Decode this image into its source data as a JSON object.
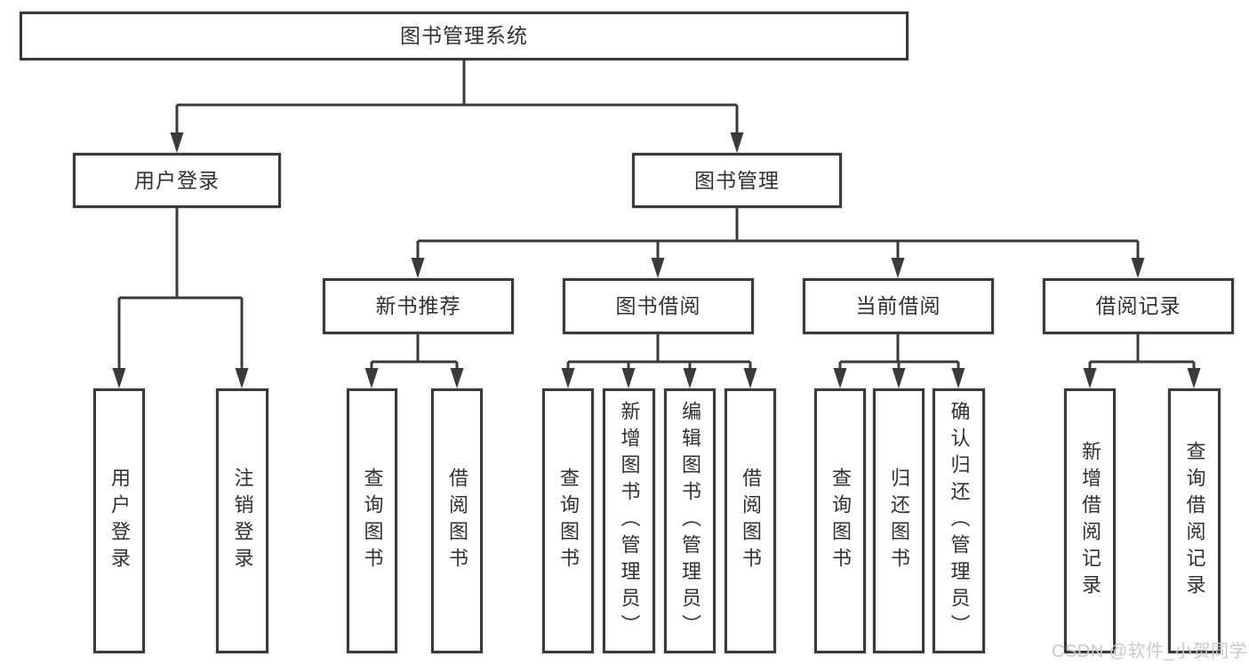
{
  "diagram": {
    "title_node": {
      "label": "图书管理系统"
    },
    "branches": [
      {
        "label": "用户登录",
        "children": [
          {
            "label": "用户登录"
          },
          {
            "label": "注销登录"
          }
        ]
      },
      {
        "label": "图书管理",
        "children": [
          {
            "label": "新书推荐",
            "children": [
              {
                "label": "查询图书"
              },
              {
                "label": "借阅图书"
              }
            ]
          },
          {
            "label": "图书借阅",
            "children": [
              {
                "label": "查询图书"
              },
              {
                "label": "新增图书（管理员）"
              },
              {
                "label": "编辑图书（管理员）"
              },
              {
                "label": "借阅图书"
              }
            ]
          },
          {
            "label": "当前借阅",
            "children": [
              {
                "label": "查询图书"
              },
              {
                "label": "归还图书"
              },
              {
                "label": "确认归还（管理员）"
              }
            ]
          },
          {
            "label": "借阅记录",
            "children": [
              {
                "label": "新增借阅记录"
              },
              {
                "label": "查询借阅记录"
              }
            ]
          }
        ]
      }
    ],
    "watermark": "CSDN @软件_小贺同学",
    "colors": {
      "line": "#3a3a3a",
      "text": "#313131",
      "watermark": "#c9c9c9",
      "background": "#ffffff"
    }
  }
}
